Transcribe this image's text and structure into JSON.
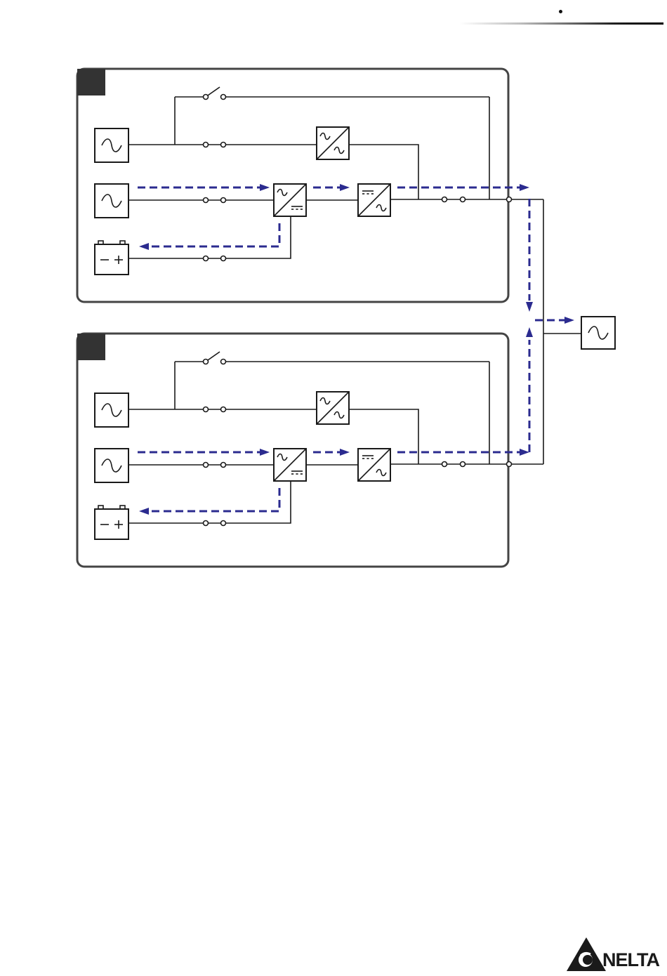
{
  "document": {
    "header": {
      "dot": "•"
    },
    "diagram": {
      "modules": [
        {
          "id": "module-1",
          "label": ""
        },
        {
          "id": "module-2",
          "label": ""
        }
      ],
      "colors": {
        "line": "#1a1a1a",
        "flow": "#2b2b8f",
        "module_border": "#444444",
        "module_tab": "#333333"
      },
      "symbols": {
        "sources": [
          "ac-source-icon",
          "ac-source-icon",
          "battery-icon"
        ],
        "converters": [
          "ac-ac-converter-icon",
          "rectifier-icon",
          "inverter-icon"
        ],
        "load": "load-ac-icon",
        "battery_signs": "− +"
      }
    },
    "logo": {
      "text": "NELTA"
    }
  }
}
